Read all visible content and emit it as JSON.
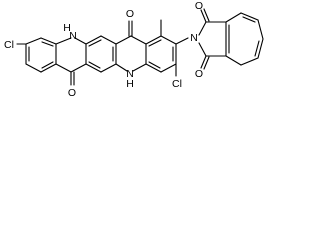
{
  "molecule": {
    "atom_labels": {
      "chlorine_left": "Cl",
      "chlorine_right": "Cl",
      "nh_top": "H",
      "n_top": "N",
      "nh_bottom": "H",
      "n_bottom": "N",
      "oxygen_top": "O",
      "oxygen_bottom": "O",
      "nitrogen_imide": "N",
      "oxygen_imide_top": "O",
      "oxygen_imide_bottom": "O"
    },
    "colors": {
      "bond": "#000000",
      "label": "#000000",
      "background": "#ffffff"
    }
  }
}
